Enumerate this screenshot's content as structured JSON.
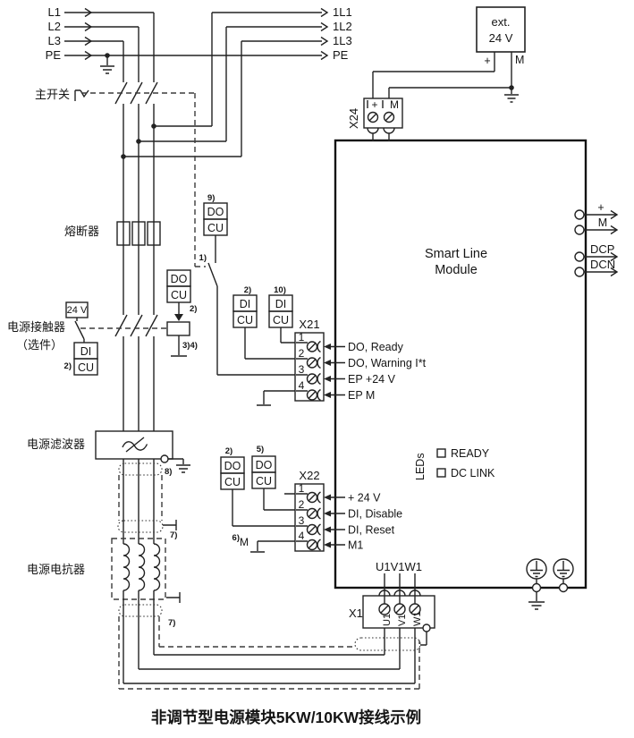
{
  "caption": "非调节型电源模块5KW/10KW接线示例",
  "incoming": {
    "l1": "L1",
    "l2": "L2",
    "l3": "L3",
    "pe": "PE"
  },
  "outgoing": {
    "l1": "1L1",
    "l2": "1L2",
    "l3": "1L3",
    "pe": "PE"
  },
  "components": {
    "main_switch": "主开关",
    "fuse": "熔断器",
    "contactor1": "电源接触器",
    "contactor2": "（选件）",
    "filter": "电源滤波器",
    "reactor": "电源电抗器"
  },
  "contactor": {
    "supply": "24 V"
  },
  "ext": {
    "line1": "ext.",
    "line2": "24 V",
    "plus": "+",
    "m": "M"
  },
  "x24": {
    "name": "X24",
    "plus": "+",
    "m": "M"
  },
  "module": {
    "title1": "Smart Line",
    "title2": "Module",
    "plus": "+",
    "m": "M",
    "dcp": "DCP",
    "dcn": "DCN",
    "leds": "LEDs",
    "led_ready": "READY",
    "led_dclink": "DC LINK",
    "phase_out": "U1V1W1"
  },
  "x21": {
    "name": "X21",
    "pins": [
      {
        "no": "1",
        "label": "DO, Ready"
      },
      {
        "no": "2",
        "label": "DO, Warning I*t"
      },
      {
        "no": "3",
        "label": "EP +24 V"
      },
      {
        "no": "4",
        "label": "EP M"
      }
    ]
  },
  "x22": {
    "name": "X22",
    "m_label": "M",
    "pins": [
      {
        "no": "1",
        "label": "+ 24 V"
      },
      {
        "no": "2",
        "label": "DI, Disable"
      },
      {
        "no": "3",
        "label": "DI, Reset"
      },
      {
        "no": "4",
        "label": "M1"
      }
    ]
  },
  "x1": {
    "name": "X1",
    "pins": [
      "U1",
      "V1",
      "W1"
    ]
  },
  "cu": {
    "do9": {
      "top": "DO",
      "bottom": "CU",
      "note": "9)"
    },
    "do2_coil": {
      "top": "DO",
      "bottom": "CU",
      "note": "2)"
    },
    "di2": {
      "top": "DI",
      "bottom": "CU",
      "note": "2)"
    },
    "di2_x21": {
      "top": "DI",
      "bottom": "CU",
      "note": "2)"
    },
    "di10_x21": {
      "top": "DI",
      "bottom": "CU",
      "note": "10)"
    },
    "do2_x22": {
      "top": "DO",
      "bottom": "CU",
      "note": "2)"
    },
    "do5_x22": {
      "top": "DO",
      "bottom": "CU",
      "note": "5)"
    }
  },
  "notes": {
    "switch1": "1)",
    "coil": "3)4)",
    "m6": "6)",
    "shield7": "7)",
    "ground8": "8)"
  }
}
